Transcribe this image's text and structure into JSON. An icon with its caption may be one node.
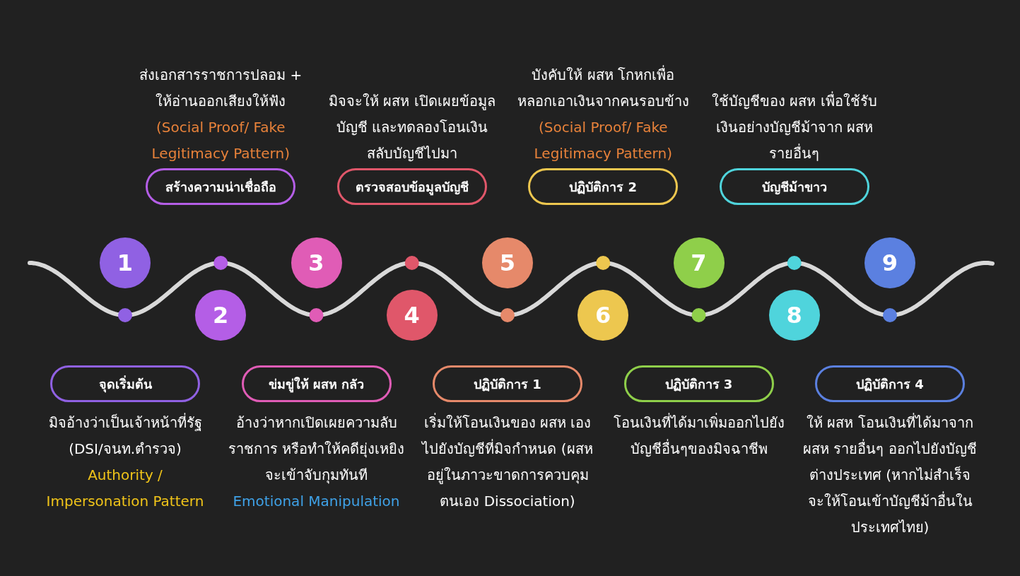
{
  "diagram": {
    "nodes": [
      {
        "text": [
          "1"
        ]
      },
      {
        "text": [
          "2"
        ]
      },
      {
        "text": [
          "3"
        ]
      },
      {
        "text": [
          "4"
        ]
      },
      {
        "text": [
          "5"
        ]
      },
      {
        "text": [
          "6"
        ]
      },
      {
        "text": [
          "7"
        ]
      },
      {
        "text": [
          "8"
        ]
      },
      {
        "text": [
          "9"
        ]
      },
      {
        "text": [
          "จุดเริ่มต้น"
        ],
        "beside": [
          "มิจอ้างว่าเป็นเจ้าหน้าที่รัฐ (DSI/จนท.ตำรวจ)",
          "Authority / Impersonation Pattern"
        ]
      },
      {
        "text": [
          "สร้างความน่าเชื่อถือ"
        ],
        "beside": [
          "ส่งเอกสารราชการปลอม + ให้อ่านออกเสียงให้ฟัง",
          "(Social Proof/ Fake Legitimacy Pattern)"
        ]
      },
      {
        "text": [
          "ข่มขู่ให้ ผสห กลัว"
        ],
        "beside": [
          "อ้างว่าหากเปิดเผยความลับราชการ หรือทำให้คดียุ่งเหยิงจะเข้าจับกุมทันที",
          "Emotional Manipulation"
        ]
      },
      {
        "text": [
          "ตรวจสอบข้อมูลบัญชี"
        ],
        "beside": [
          "มิจจะให้ ผสห เปิดเผยข้อมูลบัญชี และทดลองโอนเงินสลับบัญชีไปมา"
        ]
      },
      {
        "text": [
          "ปฏิบัติการ 1"
        ],
        "beside": [
          "เริ่มให้โอนเงินของ ผสห เองไปยังบัญชีที่มิจกำหนด (ผสห อยู่ในภาวะขาดการควบคุมตนเอง Dissociation)"
        ]
      },
      {
        "text": [
          "ปฏิบัติการ 2"
        ],
        "beside": [
          "บังคับให้ ผสห โกหกเพื่อหลอกเอาเงินจากคนรอบข้าง",
          "(Social Proof/ Fake Legitimacy Pattern)"
        ]
      },
      {
        "text": [
          "ปฏิบัติการ 3"
        ],
        "beside": [
          "โอนเงินที่ได้มาเพิ่มออกไปยังบัญชีอื่นๆของมิจฉาชีพ"
        ]
      },
      {
        "text": [
          "บัญชีม้าขาว"
        ],
        "beside": [
          "ใช้บัญชีของ ผสห เพื่อใช้รับเงินอย่างบัญชีม้าจาก ผสห รายอื่นๆ"
        ]
      },
      {
        "text": [
          "ปฏิบัติการ 4"
        ],
        "beside": [
          "ให้ ผสห โอนเงินที่ได้มาจาก ผสห รายอื่นๆ ออกไปยังบัญชีต่างประเทศ (หากไม่สำเร็จ จะให้โอนเข้าบัญชีม้าอื่นในประเทศไทย)"
        ]
      }
    ]
  }
}
